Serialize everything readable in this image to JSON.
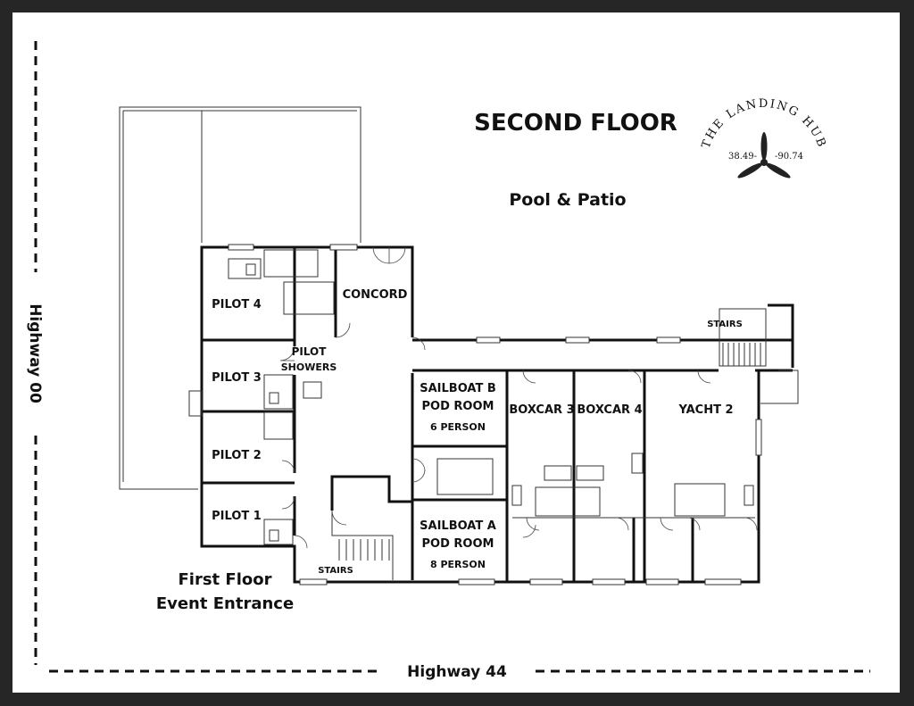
{
  "title": "SECOND FLOOR",
  "logo": {
    "text": "THE LANDING HUB",
    "lat": "38.49-",
    "lon": "-90.74",
    "icon": "propeller-icon"
  },
  "outdoor": {
    "pool_patio": "Pool & Patio",
    "entrance_line1": "First Floor",
    "entrance_line2": "Event Entrance"
  },
  "roads": {
    "left": "Highway 00",
    "bottom": "Highway 44"
  },
  "rooms": {
    "pilot4": "PILOT 4",
    "pilot3": "PILOT 3",
    "pilot2": "PILOT 2",
    "pilot1": "PILOT 1",
    "concord": "CONCORD",
    "showers_line1": "PILOT",
    "showers_line2": "SHOWERS",
    "sailboat_b_line1": "SAILBOAT B",
    "sailboat_b_line2": "POD ROOM",
    "sailboat_b_line3": "6 PERSON",
    "sailboat_a_line1": "SAILBOAT A",
    "sailboat_a_line2": "POD ROOM",
    "sailboat_a_line3": "8 PERSON",
    "boxcar3": "BOXCAR 3",
    "boxcar4": "BOXCAR 4",
    "yacht2": "YACHT 2",
    "stairs_top": "STAIRS",
    "stairs_bottom": "STAIRS"
  }
}
